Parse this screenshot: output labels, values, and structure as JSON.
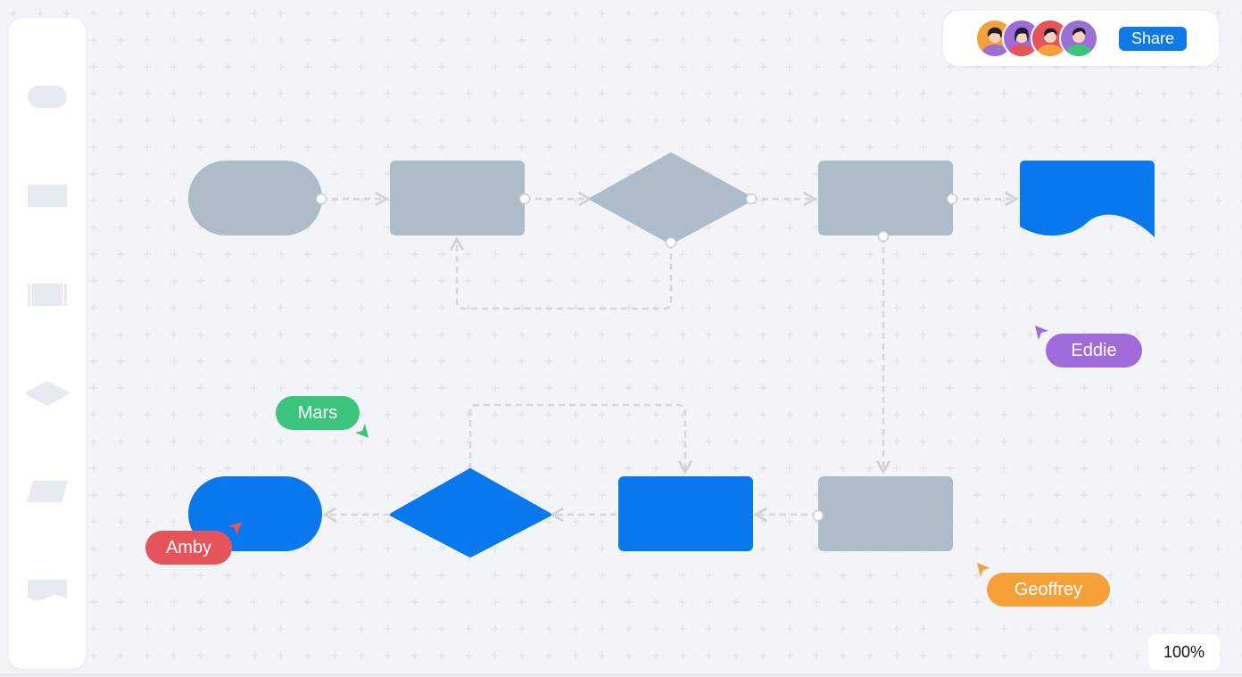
{
  "header": {
    "share_label": "Share",
    "avatars": [
      {
        "name": "avatar-1",
        "bg": "#f5a03a",
        "shirt": "#9b6fd6",
        "hair": "#1d1d2b"
      },
      {
        "name": "avatar-2",
        "bg": "#a06ad8",
        "shirt": "#e5545a",
        "hair": "#1d1d2b"
      },
      {
        "name": "avatar-3",
        "bg": "#e5545a",
        "shirt": "#f5a03a",
        "hair": "#1d1d2b"
      },
      {
        "name": "avatar-4",
        "bg": "#9b6fd6",
        "shirt": "#3cc47c",
        "hair": "#1d1d2b"
      }
    ]
  },
  "palette": {
    "items": [
      "terminator-shape",
      "process-shape",
      "predefined-process-shape",
      "decision-shape",
      "data-shape",
      "document-shape"
    ]
  },
  "zoom": {
    "label": "100%"
  },
  "colors": {
    "accent": "#0978ec",
    "node_gray": "#aebbc9",
    "connector": "#d4d7dd",
    "share_button": "#0f7ae5"
  },
  "cursors": {
    "eddie": {
      "name": "Eddie",
      "color": "#a06ad8"
    },
    "mars": {
      "name": "Mars",
      "color": "#3cc47c"
    },
    "amby": {
      "name": "Amby",
      "color": "#e5545a"
    },
    "geoffrey": {
      "name": "Geoffrey",
      "color": "#f6a03a"
    }
  }
}
